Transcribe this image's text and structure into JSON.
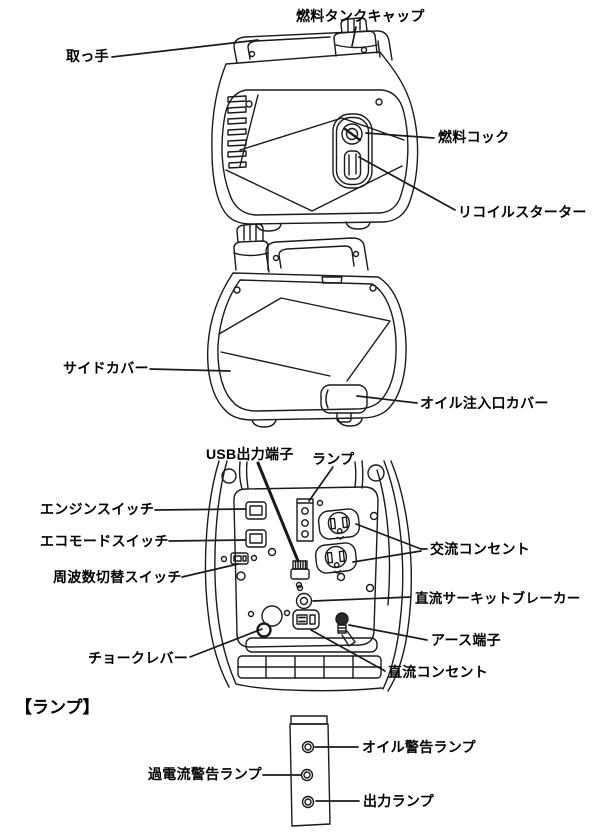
{
  "document": {
    "type": "parts-diagram",
    "subject": "portable-inverter-generator"
  },
  "colors": {
    "line": "#1a1a1a",
    "background": "#ffffff",
    "text": "#000000"
  },
  "artwork": {
    "views": [
      "generator-front-view",
      "generator-side-view",
      "control-panel-view",
      "lamp-panel-detail"
    ]
  },
  "labels": {
    "fuel_tank_cap": "燃料タンクキャップ",
    "handle": "取っ手",
    "fuel_cock": "燃料コック",
    "recoil_starter": "リコイルスターター",
    "side_cover": "サイドカバー",
    "oil_filler_cover": "オイル注入口カバー",
    "usb_output_terminal": "USB出力端子",
    "lamp": "ランプ",
    "engine_switch": "エンジンスイッチ",
    "eco_mode_switch": "エコモードスイッチ",
    "frequency_switch": "周波数切替スイッチ",
    "ac_outlet": "交流コンセント",
    "dc_circuit_breaker": "直流サーキットブレーカー",
    "ground_terminal": "アース端子",
    "choke_lever": "チョークレバー",
    "dc_outlet": "直流コンセント",
    "lamp_section_title": "【ランプ】",
    "oil_warning_lamp": "オイル警告ランプ",
    "overcurrent_warning_lamp": "過電流警告ランプ",
    "output_lamp": "出力ランプ"
  }
}
